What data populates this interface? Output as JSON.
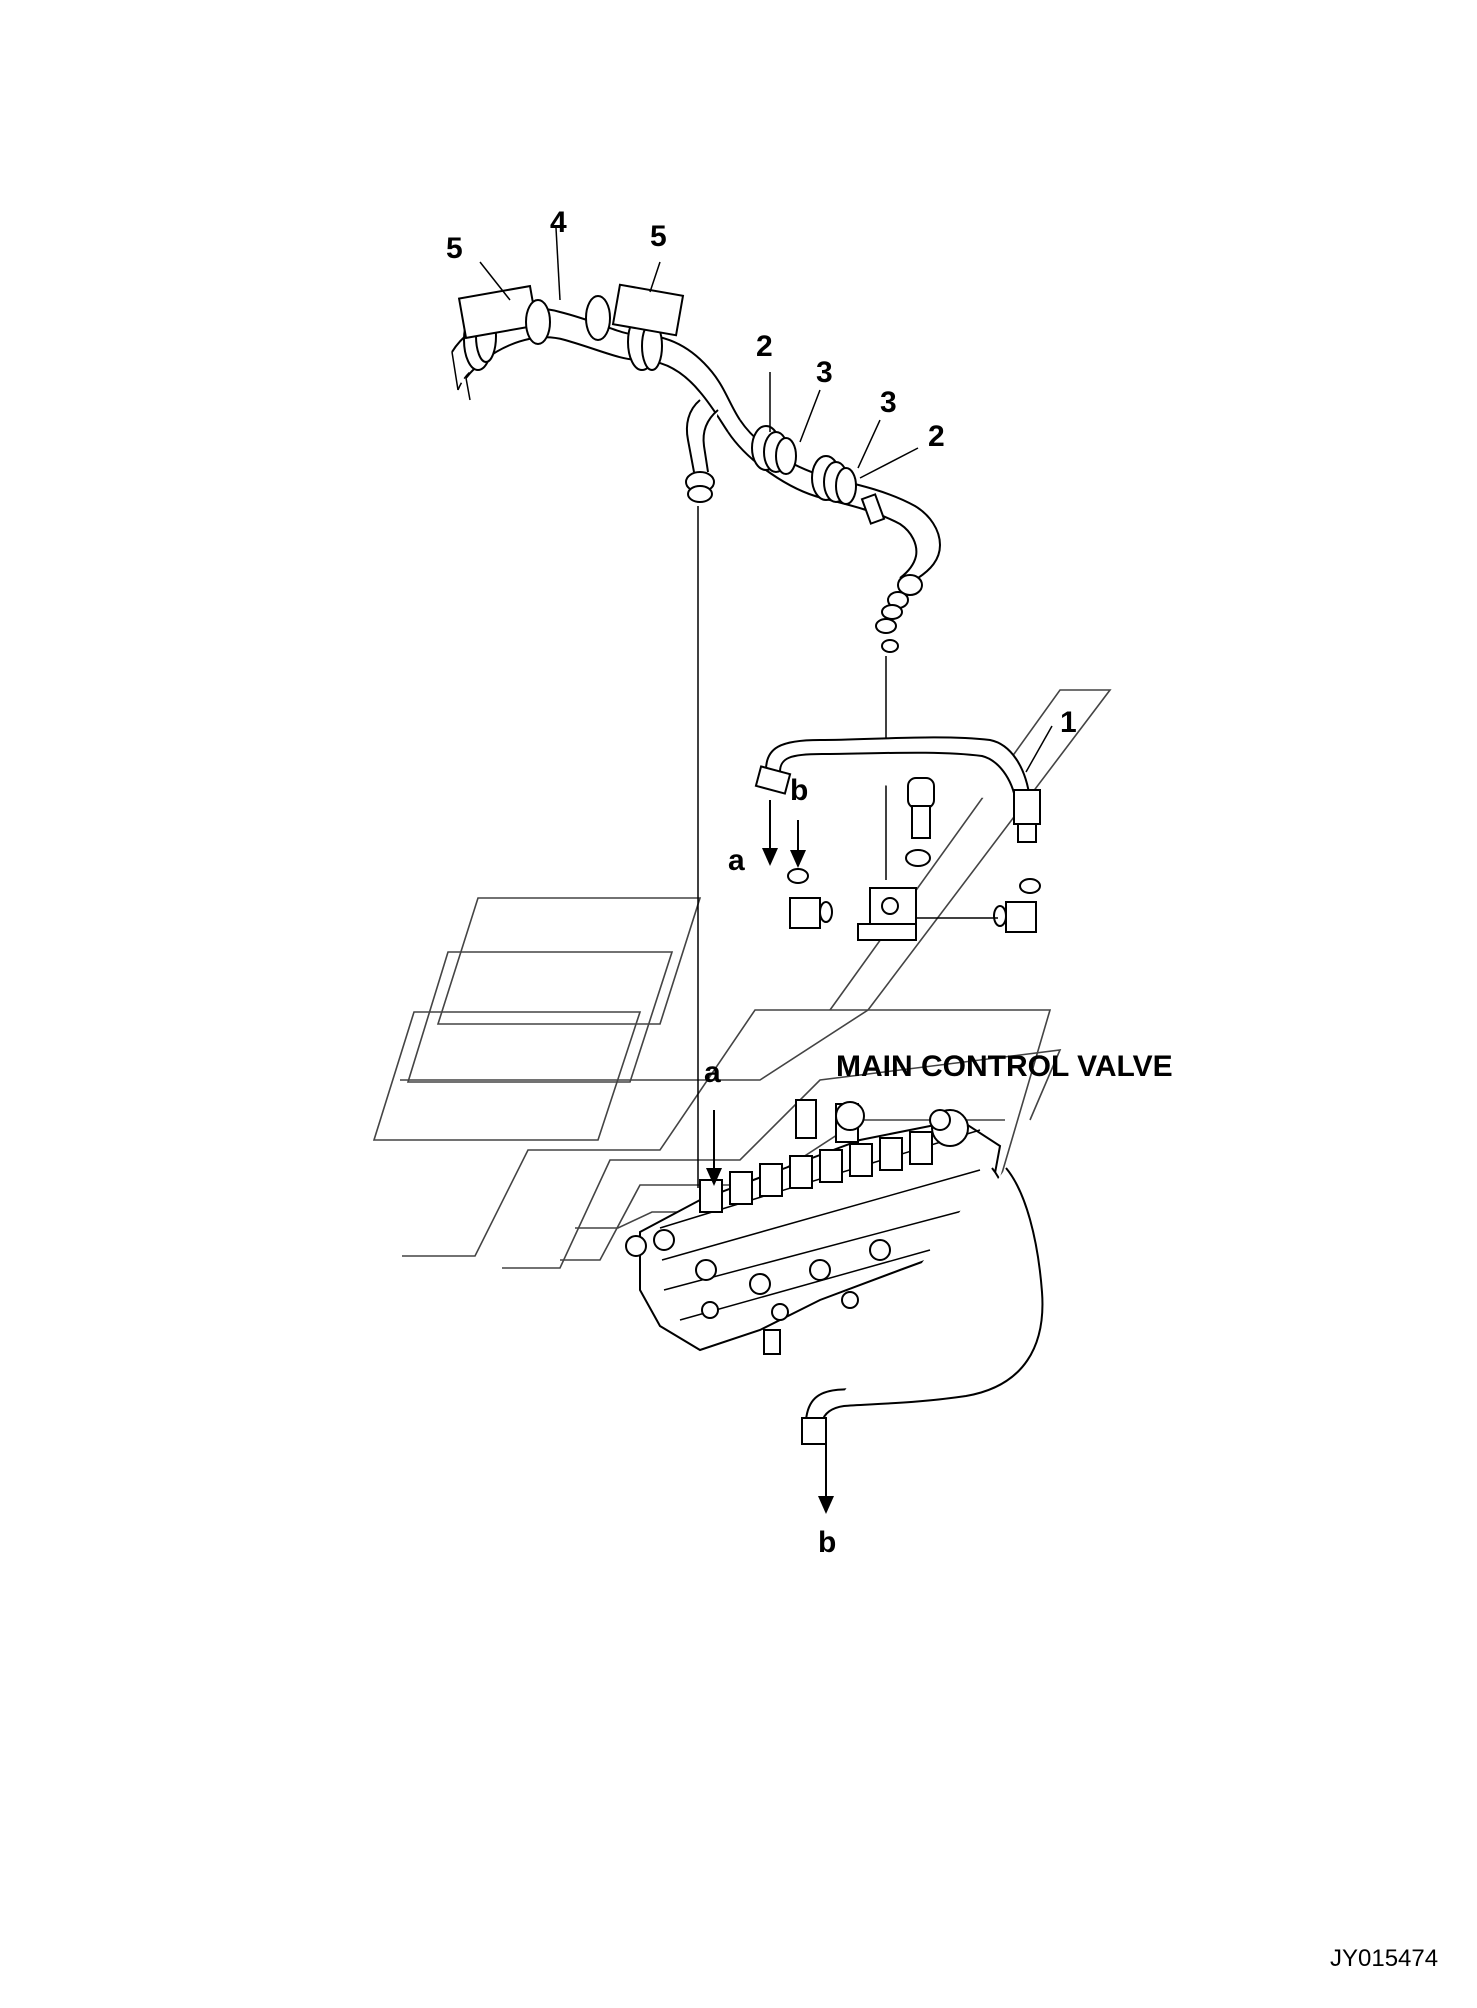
{
  "diagram": {
    "callouts": {
      "c1": "1",
      "c2a": "2",
      "c2b": "2",
      "c3a": "3",
      "c3b": "3",
      "c4": "4",
      "c5a": "5",
      "c5b": "5"
    },
    "connectors": {
      "a_top": "a",
      "b_top": "b",
      "a_mid": "a",
      "b_bottom": "b"
    },
    "component_label": "MAIN CONTROL VALVE",
    "drawing_code": "JY015474"
  }
}
